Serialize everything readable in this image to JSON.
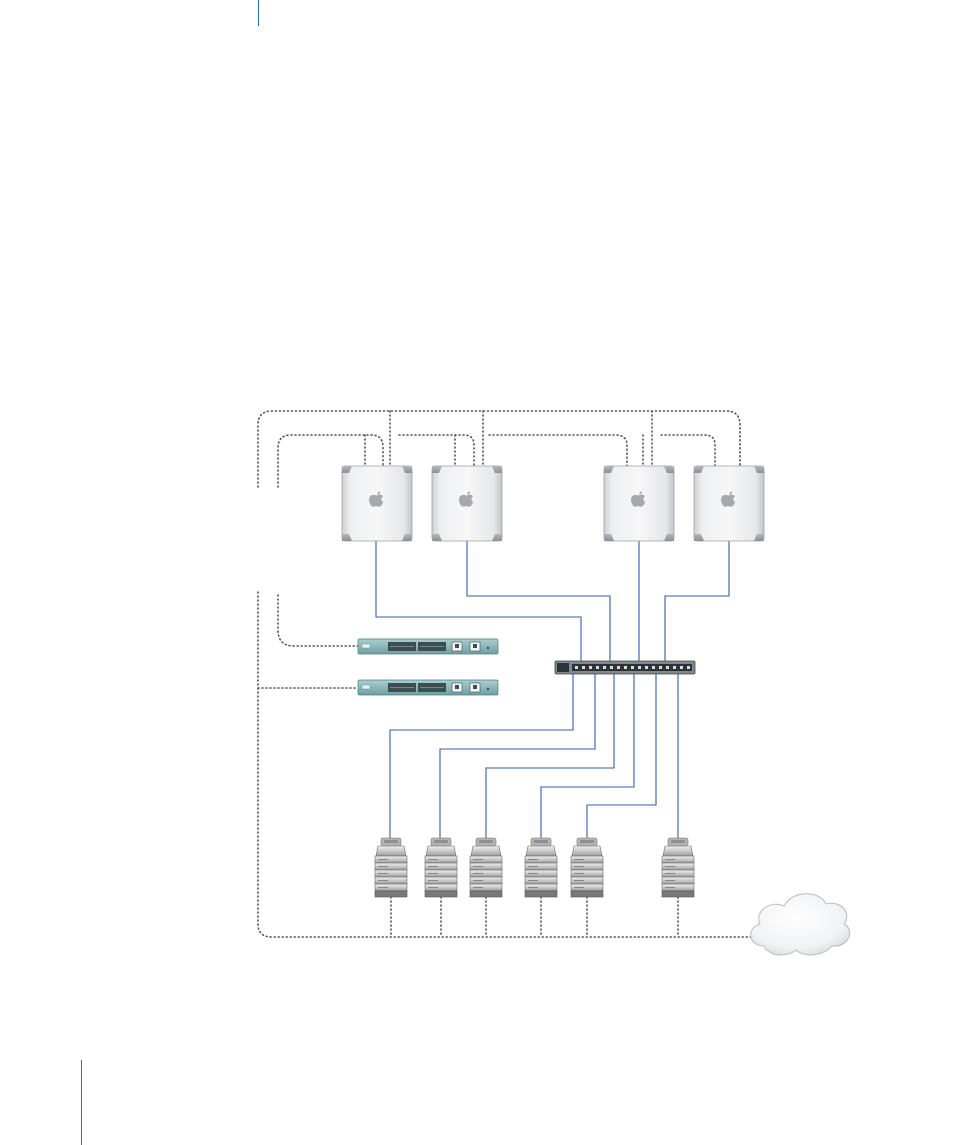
{
  "diagram": {
    "nodes": {
      "workstations": [
        "mac-pro",
        "mac-pro",
        "mac-pro",
        "mac-pro"
      ],
      "management_switches": [
        "ethernet-switch",
        "ethernet-switch"
      ],
      "data_switch": "fibre-channel-switch",
      "storage": [
        "raid-storage",
        "raid-storage",
        "raid-storage",
        "raid-storage",
        "raid-storage",
        "raid-storage"
      ],
      "external_network": "cloud-icon"
    },
    "links": {
      "data": "#2f5fb3",
      "management": "#555555"
    }
  }
}
